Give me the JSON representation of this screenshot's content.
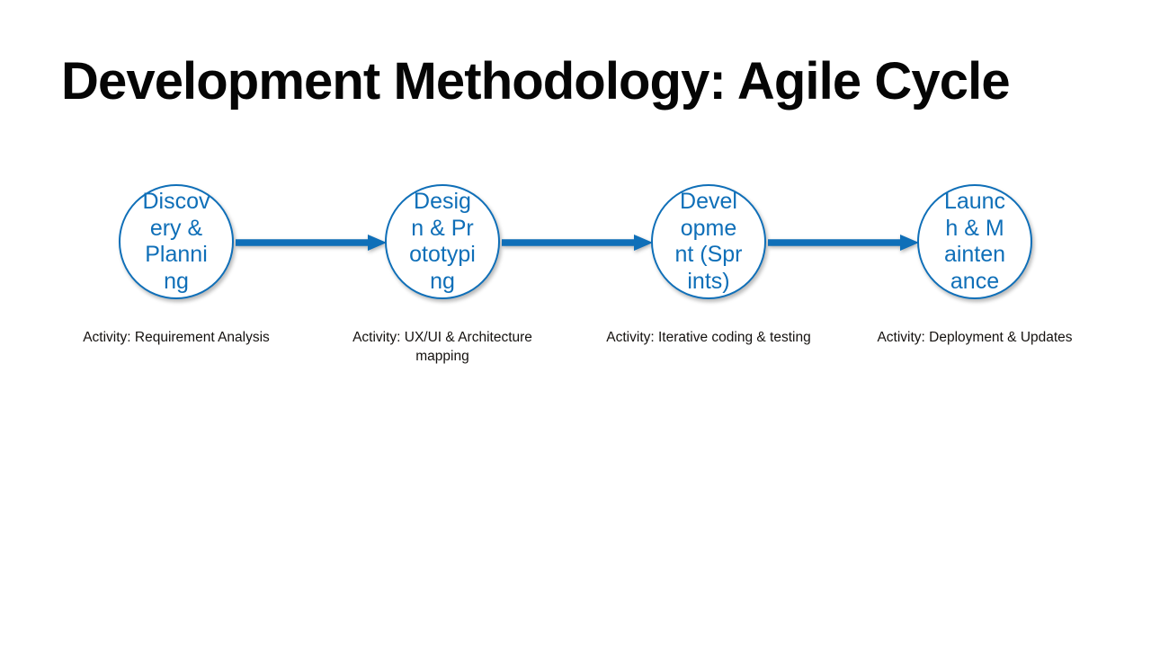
{
  "slide": {
    "title": "Development Methodology: Agile Cycle",
    "background_color": "#FFFFFF",
    "accent_color": "#0F6FB8",
    "title_color": "#050505",
    "caption_color": "#14110F"
  },
  "flow": {
    "orientation": "horizontal",
    "connector_icon": "arrow-right-icon",
    "steps": [
      {
        "index": 1,
        "label": "Discovery & Planning",
        "caption": "Activity: Requirement Analysis"
      },
      {
        "index": 2,
        "label": "Design & Prototyping",
        "caption": "Activity: UX/UI & Architecture mapping"
      },
      {
        "index": 3,
        "label": "Development (Sprints)",
        "caption": "Activity: Iterative coding & testing"
      },
      {
        "index": 4,
        "label": "Launch & Maintenance",
        "caption": "Activity: Deployment & Updates"
      }
    ]
  }
}
